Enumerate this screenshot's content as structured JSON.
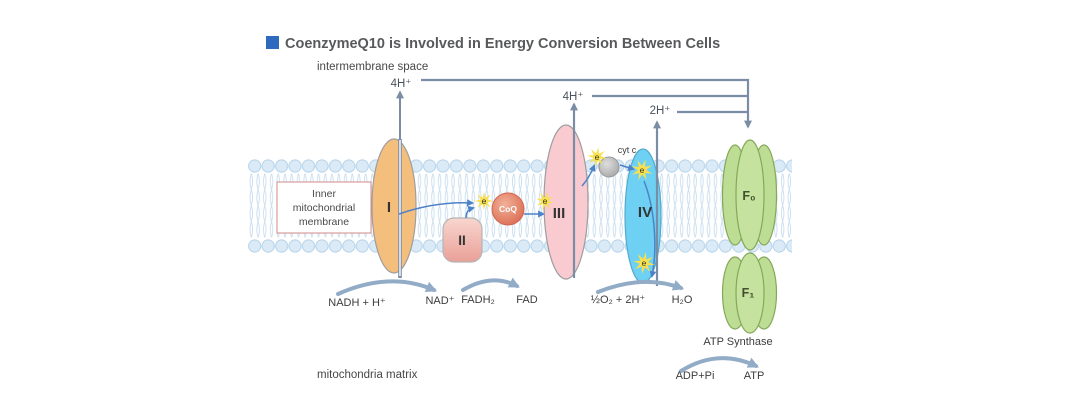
{
  "title": {
    "text": "CoenzymeQ10 is Involved in Energy Conversion Between Cells"
  },
  "labels": {
    "intermembrane_space": "intermembrane space",
    "mitochondria_matrix": "mitochondria matrix",
    "membrane_box": {
      "line1": "Inner",
      "line2": "mitochondrial",
      "line3": "membrane"
    },
    "cyt_c": "cyt c",
    "atp_synthase": "ATP Synthase"
  },
  "protons": {
    "complex_i": "4H⁺",
    "complex_iii": "4H⁺",
    "complex_iv": "2H⁺"
  },
  "complexes": {
    "i": "I",
    "ii": "II",
    "iii": "III",
    "iv": "IV",
    "coq": "CoQ",
    "f0": "F₀",
    "f1": "F₁"
  },
  "electron": "e",
  "reactions": {
    "nadh": "NADH + H⁺",
    "nad": "NAD⁺",
    "fadh2": "FADH₂",
    "fad": "FAD",
    "oxygen": "½O₂ + 2H⁺",
    "water": "H₂O",
    "adp": "ADP+Pi",
    "atp": "ATP"
  },
  "colors": {
    "title_bullet": "#2e6bbf",
    "complex_i": "#f4be7c",
    "complex_iii": "#f9cad0",
    "complex_iv": "#6ed1f3",
    "atp_synthase_f": "#bcdd93",
    "electron_star": "#f8e04e",
    "proton_line": "#7b8da4",
    "electron_arrow": "#4e82c8",
    "reaction_arrow": "#92abc6"
  }
}
